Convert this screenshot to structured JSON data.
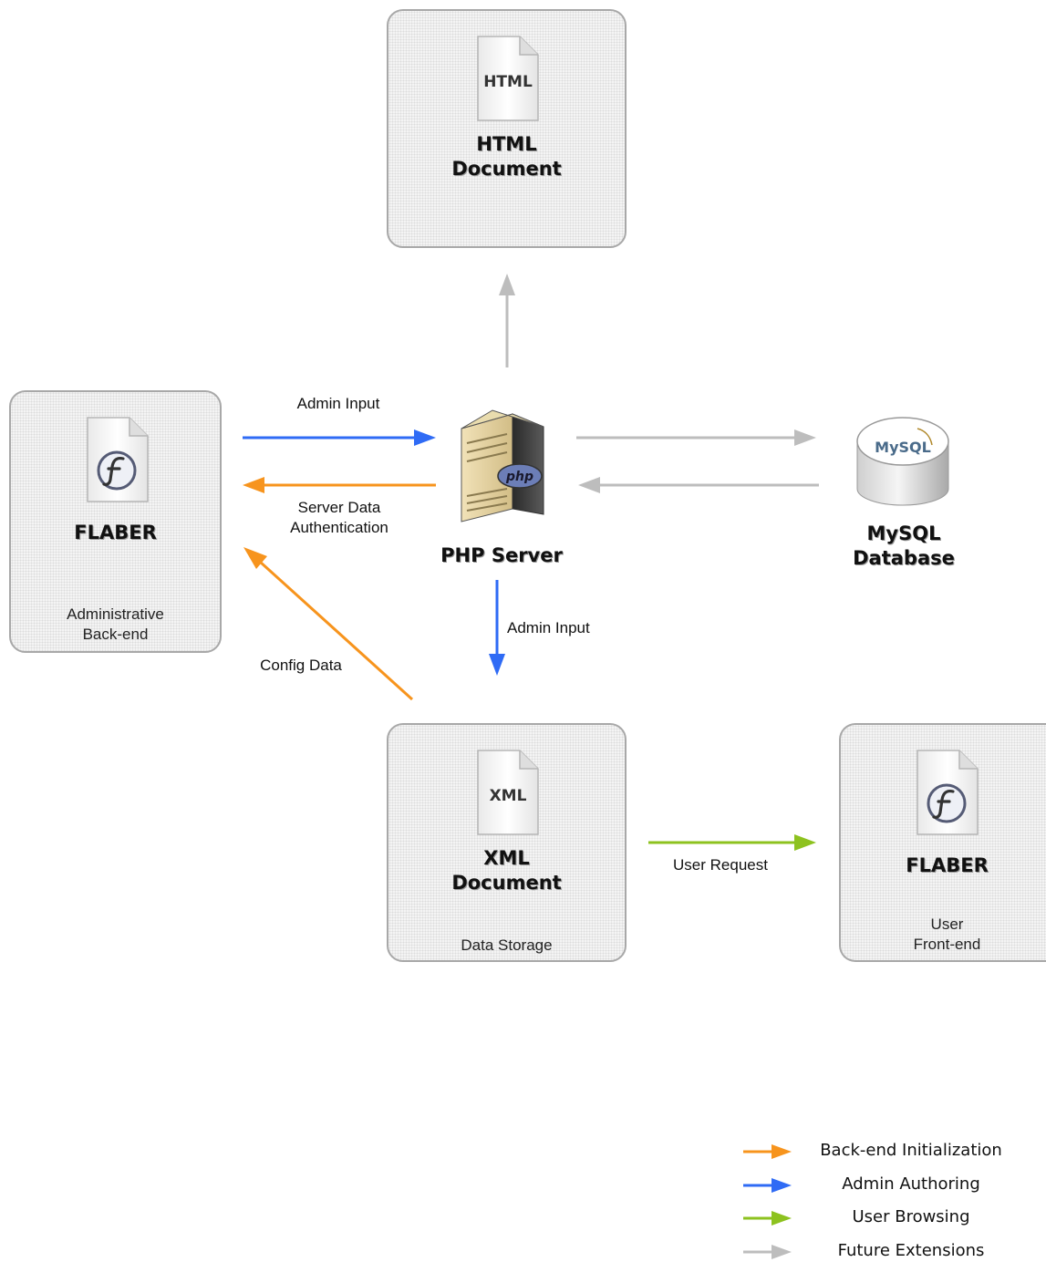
{
  "nodes": {
    "html_doc": {
      "icon_text": "HTML",
      "title_line1": "HTML",
      "title_line2": "Document"
    },
    "flaber_admin": {
      "title": "FLABER",
      "sub_line1": "Administrative",
      "sub_line2": "Back-end"
    },
    "php_server": {
      "icon_text": "php",
      "title": "PHP Server"
    },
    "mysql": {
      "icon_text": "MySQL",
      "title_line1": "MySQL",
      "title_line2": "Database"
    },
    "xml_doc": {
      "icon_text": "XML",
      "title_line1": "XML",
      "title_line2": "Document",
      "sub": "Data Storage"
    },
    "flaber_user": {
      "title": "FLABER",
      "sub_line1": "User",
      "sub_line2": "Front-end"
    }
  },
  "edges": {
    "admin_input_top": "Admin Input",
    "server_data_line1": "Server Data",
    "server_data_line2": "Authentication",
    "admin_input_down": "Admin Input",
    "config_data": "Config Data",
    "user_request": "User Request"
  },
  "legend": [
    {
      "label": "Back-end Initialization",
      "color": "#f7941d"
    },
    {
      "label": "Admin Authoring",
      "color": "#2f6bf5"
    },
    {
      "label": "User Browsing",
      "color": "#8dc21f"
    },
    {
      "label": "Future Extensions",
      "color": "#bdbdbd"
    }
  ],
  "colors": {
    "orange": "#f7941d",
    "blue": "#2f6bf5",
    "green": "#8dc21f",
    "gray": "#bdbdbd"
  }
}
